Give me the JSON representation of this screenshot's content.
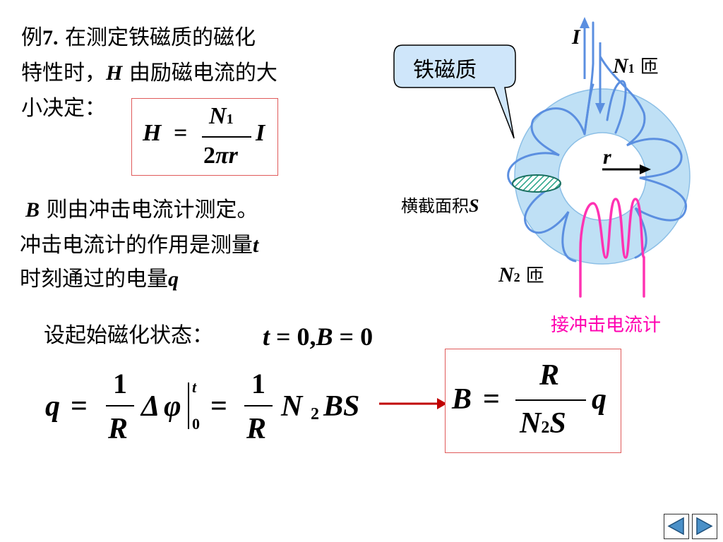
{
  "example": {
    "line1_a": "例",
    "line1_num": "7.",
    "line1_b": " 在测定铁磁质的磁化",
    "line2_a": "特性时，",
    "line2_H": "H",
    "line2_b": " 由励磁电流的大",
    "line3": "小决定："
  },
  "formula_H": {
    "lhs": "H",
    "eq": "=",
    "num_N": "N",
    "num_sub": "1",
    "den_2": "2",
    "den_pi": "π",
    "den_r": "r",
    "tail": "I"
  },
  "b_text": {
    "B": "B",
    "line1": " 则由冲击电流计测定。",
    "line2": "冲击电流计的作用是测量",
    "line2_t": "t",
    "line3": "时刻通过的电量",
    "line3_q": "q"
  },
  "initial": {
    "label": "设起始磁化状态：",
    "t": "t",
    "eq1": " = ",
    "zero1": "0,",
    "B": "B",
    "eq2": " = ",
    "zero2": "0"
  },
  "formula_q": {
    "q": "q",
    "eq1": "=",
    "one1": "1",
    "R1": "R",
    "delta": "Δ",
    "phi": "φ",
    "upper": "t",
    "lower": "0",
    "eq2": "=",
    "one2": "1",
    "R2": "R",
    "N": "N",
    "sub": "2",
    "BS": "BS"
  },
  "formula_B": {
    "B": "B",
    "eq": "=",
    "num": "R",
    "den_N": "N",
    "den_sub": "2",
    "den_S": "S",
    "q": "q"
  },
  "diagram": {
    "callout": "铁磁质",
    "current": "I",
    "n1": "N",
    "n1_sub": "1",
    "n1_unit": "匝",
    "radius": "r",
    "cross_section": "横截面积",
    "cross_section_S": "S",
    "n2": "N",
    "n2_sub": "2",
    "n2_unit": "匝",
    "galvanometer": "接冲击电流计"
  },
  "colors": {
    "toroid": "#bfe0f5",
    "winding1": "#5b8fe0",
    "winding2": "#ff33b3",
    "box_border": "#e05a5a",
    "callout_fill": "#cfe6fa",
    "arrow": "#c00000",
    "galvanometer_text": "#ff00b0"
  },
  "nav": {
    "prev_icon": "triangle-left-icon",
    "next_icon": "triangle-right-icon"
  }
}
